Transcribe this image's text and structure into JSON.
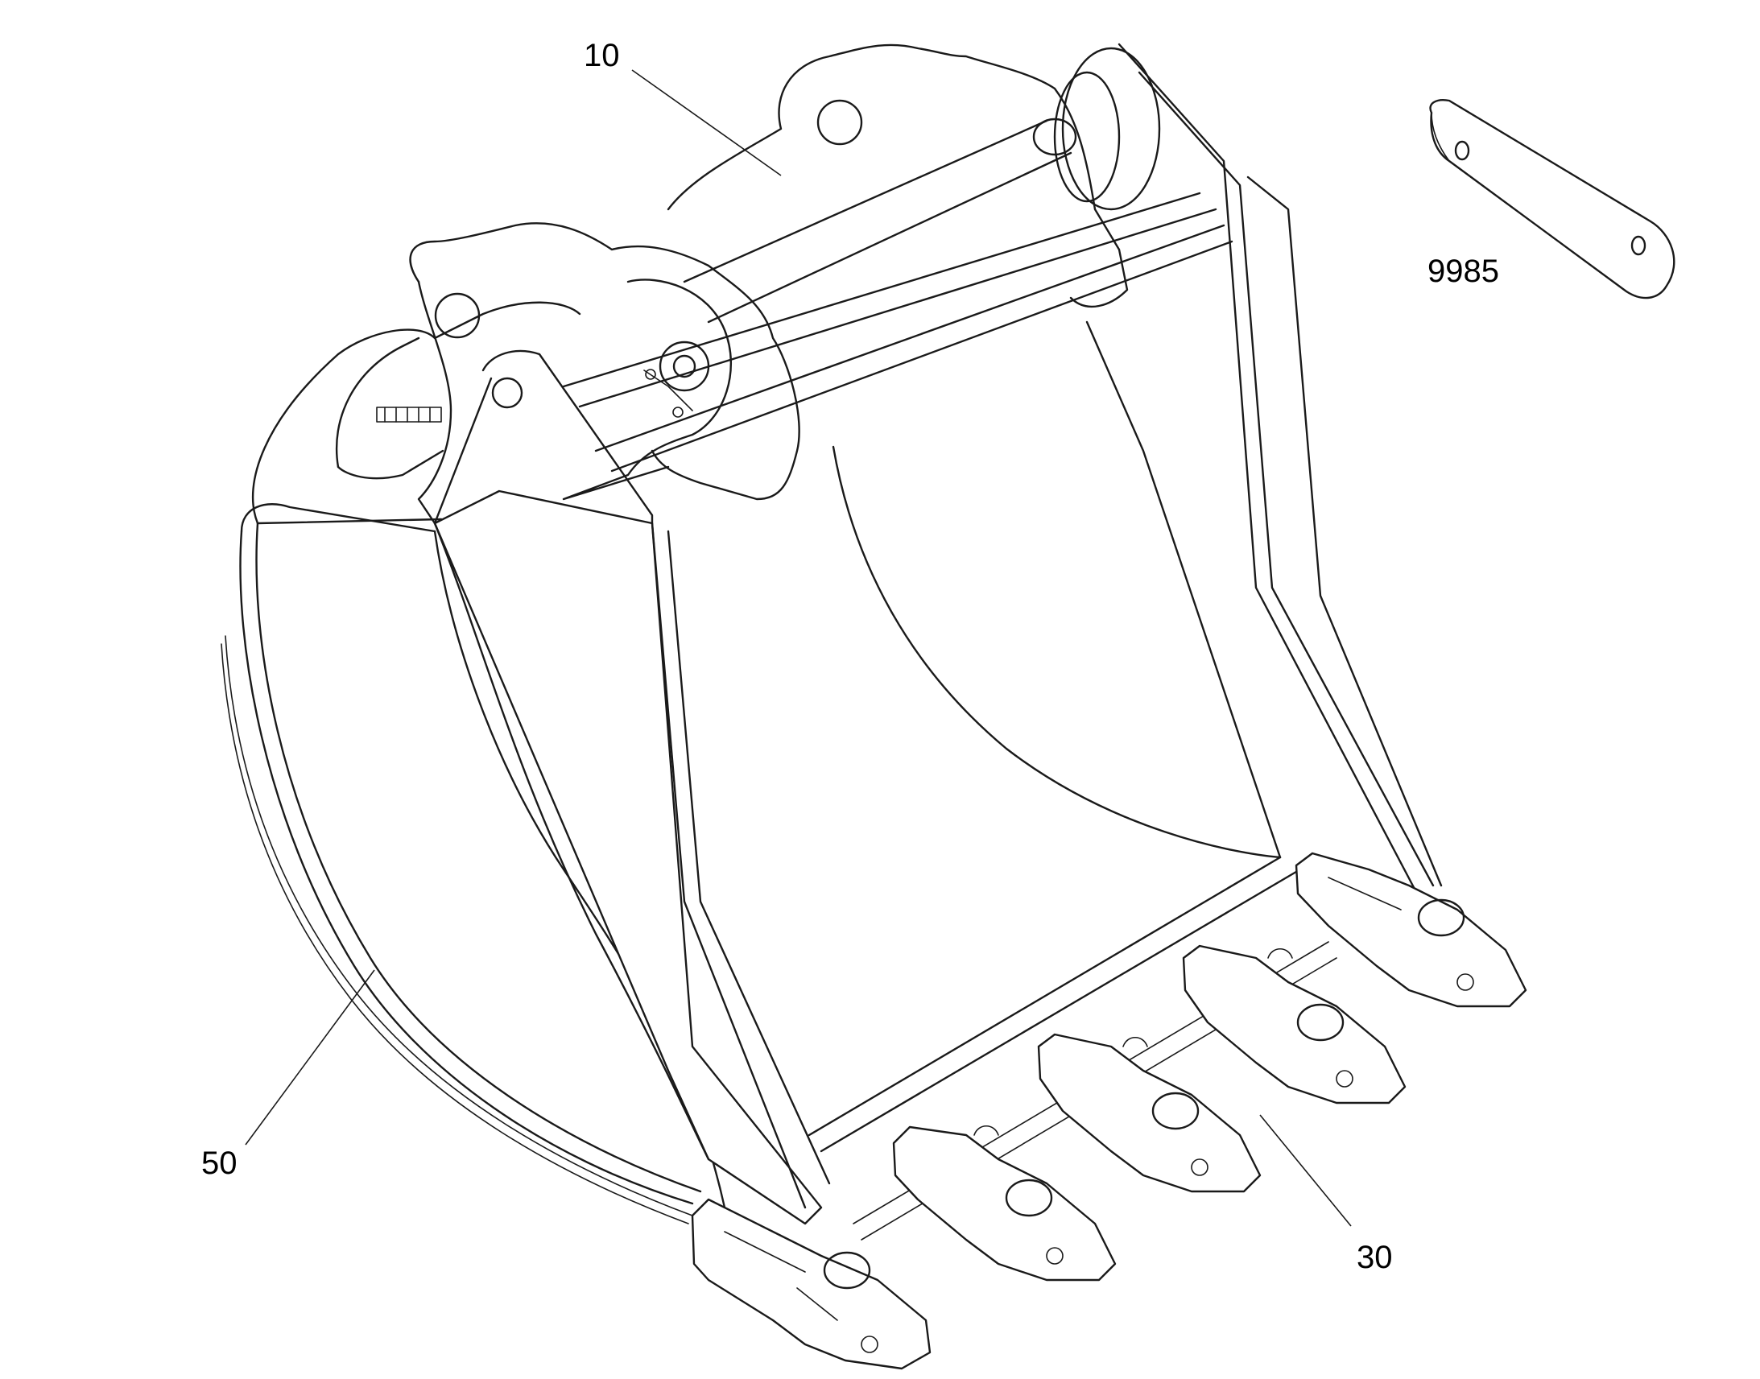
{
  "callouts": [
    {
      "id": "10",
      "label": "10"
    },
    {
      "id": "9985",
      "label": "9985"
    },
    {
      "id": "50",
      "label": "50"
    },
    {
      "id": "30",
      "label": "30"
    }
  ],
  "colors": {
    "line": "#1a1a1a",
    "background": "#ffffff"
  }
}
